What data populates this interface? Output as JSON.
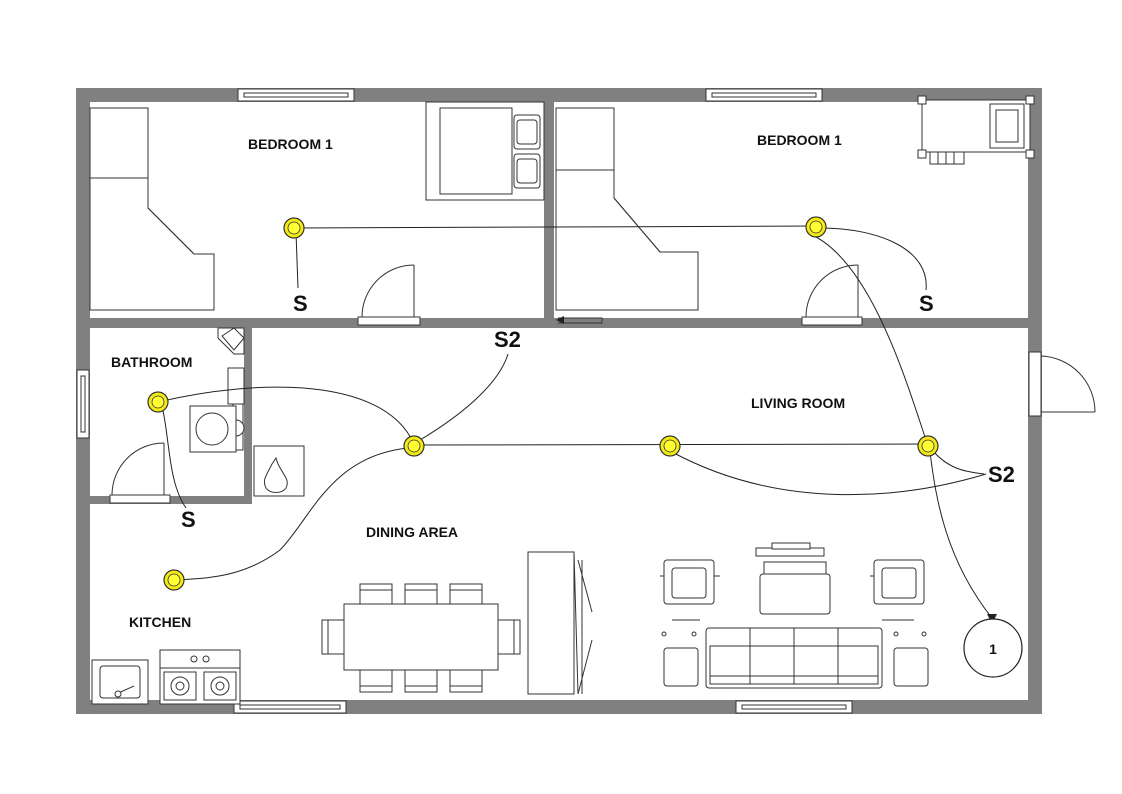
{
  "rooms": {
    "bedroom_left": "BEDROOM 1",
    "bedroom_right": "BEDROOM 1",
    "bathroom": "BATHROOM",
    "living_room": "LIVING ROOM",
    "dining_area": "DINING AREA",
    "kitchen": "KITCHEN"
  },
  "switches": {
    "bedroom_left": "S",
    "bedroom_right": "S",
    "bathroom": "S",
    "hallway": "S2",
    "living_room": "S2"
  },
  "panel": {
    "label": "1"
  },
  "colors": {
    "wall": "#808080",
    "light": "#f5ea14",
    "line": "#222222"
  }
}
